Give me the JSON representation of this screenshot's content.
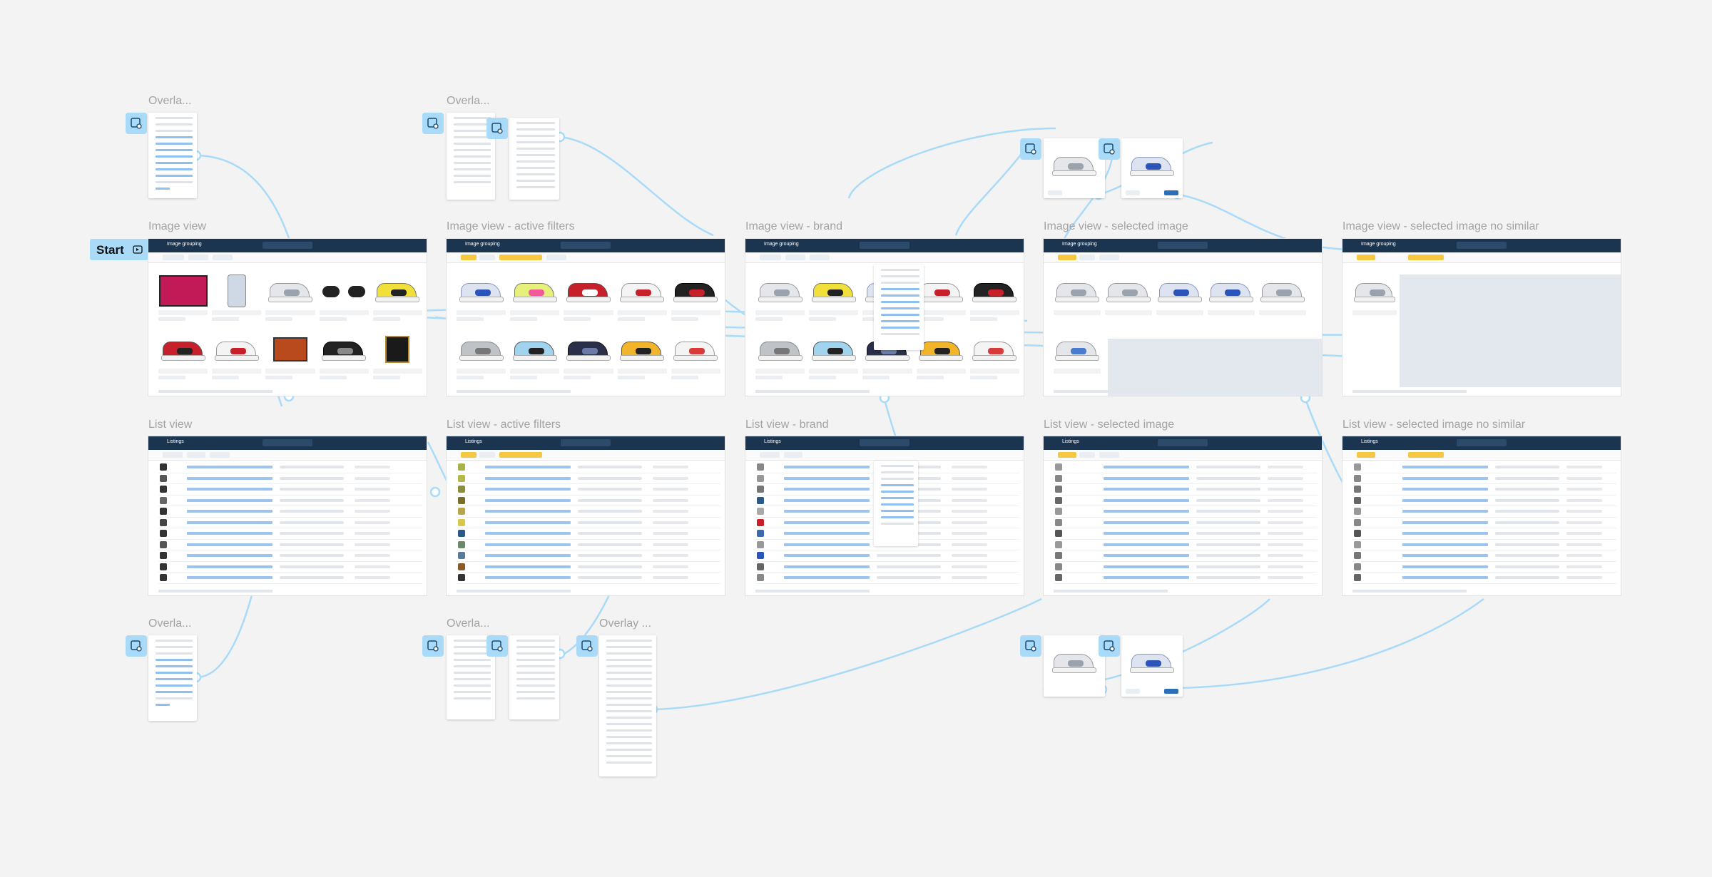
{
  "labels": {
    "start": "Start",
    "ov_top_1": "Overla...",
    "ov_top_2": "Overla...",
    "ov_bot_1": "Overla...",
    "ov_bot_2": "Overla...",
    "ov_bot_3": "Overlay ..."
  },
  "frames": [
    {
      "id": "image-view",
      "label": "Image view",
      "kind": "grid",
      "title": "Image grouping"
    },
    {
      "id": "image-view-active-filters",
      "label": "Image view - active filters",
      "kind": "grid",
      "title": "Image grouping"
    },
    {
      "id": "image-view-brand",
      "label": "Image view - brand",
      "kind": "grid",
      "title": "Image grouping"
    },
    {
      "id": "image-view-selected-image",
      "label": "Image view - selected image",
      "kind": "grid",
      "title": "Image grouping"
    },
    {
      "id": "image-view-selected-image-no-similar",
      "label": "Image view - selected image no similar",
      "kind": "grid-one",
      "title": "Image grouping"
    },
    {
      "id": "list-view",
      "label": "List view",
      "kind": "list",
      "title": "Listings"
    },
    {
      "id": "list-view-active-filters",
      "label": "List view - active filters",
      "kind": "list",
      "title": "Listings"
    },
    {
      "id": "list-view-brand",
      "label": "List view - brand",
      "kind": "list",
      "title": "Listings"
    },
    {
      "id": "list-view-selected-image",
      "label": "List view - selected image",
      "kind": "list",
      "title": "Listings"
    },
    {
      "id": "list-view-selected-image-no-similar",
      "label": "List view - selected image no similar",
      "kind": "list",
      "title": "Listings"
    }
  ],
  "colors": {
    "canvas": "#f3f3f3",
    "topbar": "#1b3550",
    "connector": "#a9dbf8",
    "label": "#a3a3a3",
    "highlight": "#f4c842"
  }
}
